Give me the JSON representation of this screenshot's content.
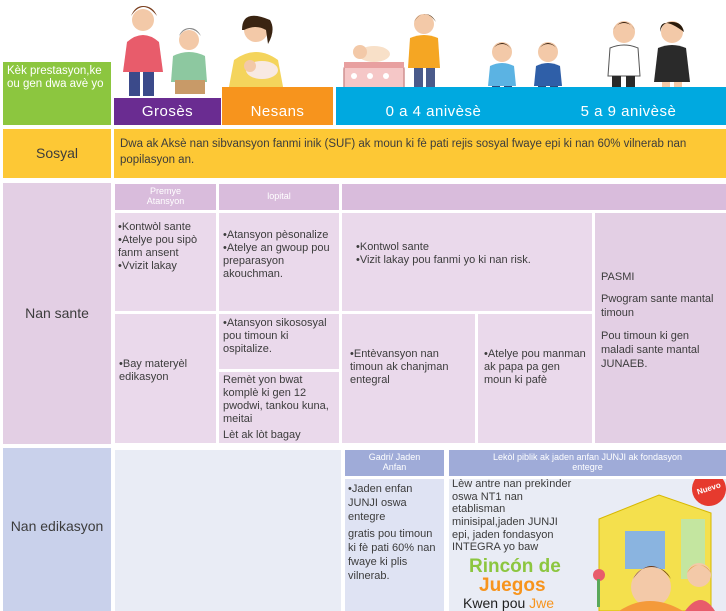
{
  "header": {
    "corner": "Kèk prestasyon,ke ou gen dwa avè yo",
    "groses": "Grosès",
    "nesans": "Nesans",
    "age_0_4": "0 a 4 anivèsè",
    "age_5_9": "5 a 9 anivèsè"
  },
  "sosyal": {
    "label": "Sosyal",
    "text": "Dwa ak Aksè nan sibvansyon fanmi inik (SUF) ak moun ki fè pati rejis sosyal fwaye epi ki nan 60% vilnerab nan popilasyon an."
  },
  "sante": {
    "label": "Nan sante",
    "sub_premye": "Premye Atansyon",
    "sub_lopital": "lopital",
    "cell_a": [
      "•Kontwòl sante",
      "•Atelye pou sipò fanm ansent",
      "•Vvizit lakay"
    ],
    "cell_b": [
      "•Atansyon pèsonalize",
      "•Atelye an gwoup pou preparasyon akouchman."
    ],
    "cell_c": [
      "•Kontwol sante",
      "•Vizit lakay pou fanmi yo ki nan risk."
    ],
    "pasmi": [
      "PASMI",
      "Pwogram sante mantal timoun",
      "Pou timoun ki gen maladi sante mantal JUNAEB."
    ],
    "cell_d": [
      "•Bay materyèl edikasyon"
    ],
    "cell_e": [
      "•Atansyon sikososyal pou timoun ki ospitalize."
    ],
    "cell_e2": [
      "Remèt yon bwat komplè ki gen 12 pwodwi, tankou kuna, meitai",
      "Lèt ak lòt bagay"
    ],
    "cell_f": [
      "•Entèvansyon nan timoun ak chanjman entegral"
    ],
    "cell_g": [
      "•Atelye pou manman ak papa pa gen moun ki pafè"
    ]
  },
  "edikasyon": {
    "label": "Nan edikasyon",
    "sub_gadri": "Gadri/ Jaden Anfan",
    "sub_lekol": "Lekòl piblik ak jaden anfan JUNJI ak fondasyon entegre",
    "cell_h": [
      "•Jaden enfan JUNJI oswa entegre",
      "gratis pou timoun ki fè pati 60% nan fwaye ki plis vilnerab."
    ],
    "cell_i": "Lèw antre nan prekìnder oswa NT1 nan etablisman minisipal,jaden JUNJI epi, jaden fondasyon INTEGRA yo baw",
    "logo_line1": "Rincón de",
    "logo_line2": "Juegos",
    "logo_line3a": "Kwen pou ",
    "logo_line3b": "Jwe",
    "badge": "Nuevo"
  },
  "colors": {
    "green": "#8cc63f",
    "purple": "#6a2c91",
    "orange": "#f7941d",
    "blue": "#00a9e0",
    "yellow": "#fdc835",
    "pink": "#e3cfe4",
    "lavender": "#c9d1eb"
  }
}
